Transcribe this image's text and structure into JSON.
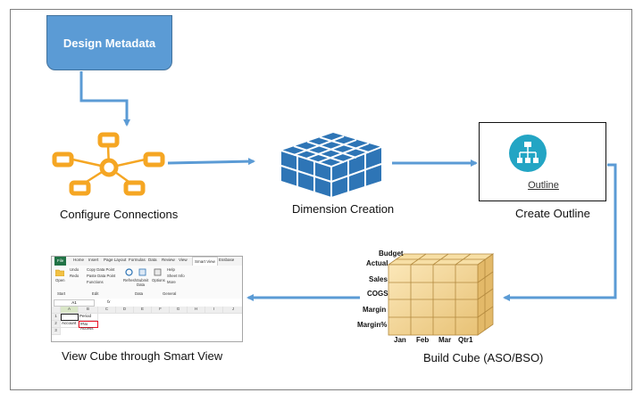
{
  "nodes": {
    "design_metadata": "Design Metadata",
    "configure_connections": "Configure Connections",
    "dimension_creation": "Dimension Creation",
    "create_outline": "Create Outline",
    "outline_icon_text": "Outline",
    "build_cube": "Build Cube (ASO/BSO)",
    "view_cube": "View Cube through Smart View"
  },
  "cube": {
    "row_labels": [
      "Budget",
      "Actual",
      "Sales",
      "COGS",
      "Margin",
      "Margin%"
    ],
    "col_labels": [
      "Jan",
      "Feb",
      "Mar",
      "Qtr1"
    ]
  },
  "excel": {
    "tabs": [
      "File",
      "Home",
      "Insert",
      "Page Layout",
      "Formulas",
      "Data",
      "Review",
      "View",
      "Smart View",
      "Essbase"
    ],
    "ribbon": {
      "undo": "Undo",
      "redo": "Redo",
      "copy_data_point": "Copy Data Point",
      "paste_data_point": "Paste Data Point",
      "functions": "Functions",
      "open": "Open",
      "refresh": "Refresh",
      "submit_data": "Submit Data",
      "options": "Options",
      "help": "Help",
      "sheet_info": "Sheet Info",
      "more": "More",
      "group_start": "Start",
      "group_edit": "Edit",
      "group_data": "Data",
      "group_general": "General"
    },
    "name_box": "A1",
    "fx": "fx",
    "columns": [
      "A",
      "B",
      "C",
      "D",
      "E",
      "F",
      "G",
      "H",
      "I",
      "J"
    ],
    "rows": [
      "1",
      "2",
      "3"
    ],
    "cell_b1": "Period",
    "cell_a2": "Account",
    "cell_b2": "#No Access"
  },
  "colors": {
    "arrow": "#5b9bd5",
    "meta_box": "#5b9bd5",
    "connections_orange": "#f5a623",
    "cube_blue": "#2e75b6",
    "outline_teal": "#23a5c4",
    "cube_tan": "#f2d79a",
    "highlight_red": "#e81123"
  }
}
